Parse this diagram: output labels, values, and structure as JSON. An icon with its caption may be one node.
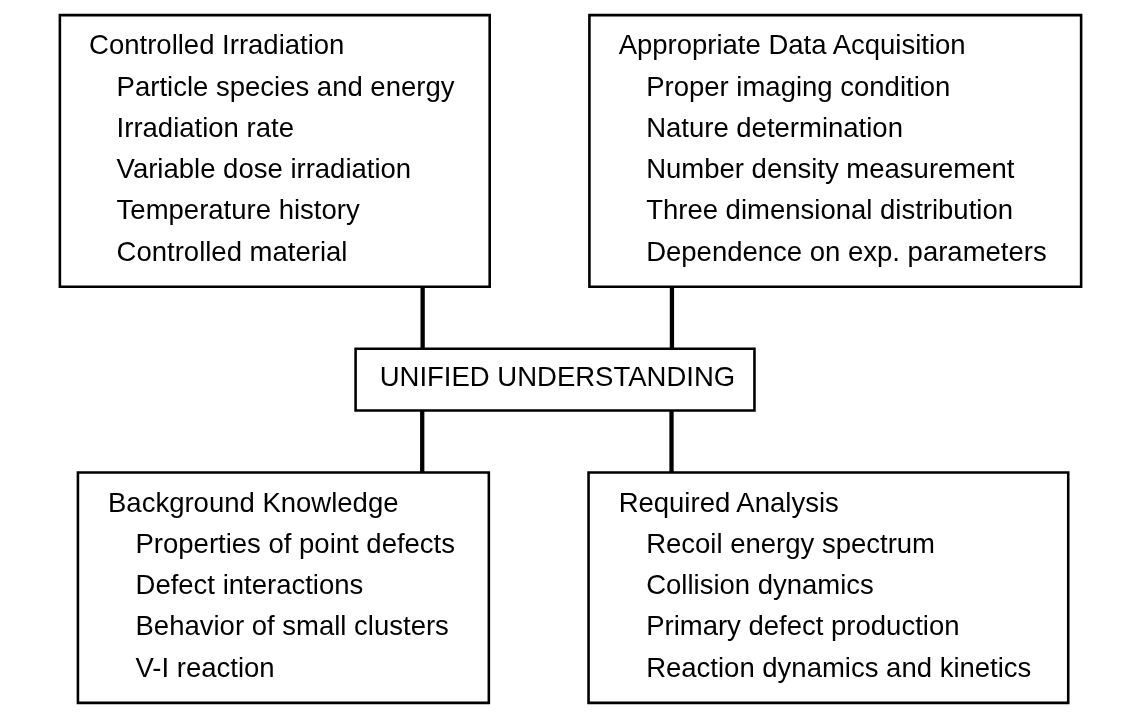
{
  "diagram": {
    "nodes": [
      {
        "text": [
          "Controlled Irradiation",
          "Particle species and energy",
          "Irradiation rate",
          "Variable dose irradiation",
          "Temperature history",
          "Controlled material"
        ]
      },
      {
        "text": [
          "Appropriate Data Acquisition",
          "Proper imaging condition",
          "Nature determination",
          "Number density measurement",
          "Three dimensional distribution",
          "Dependence on exp. parameters"
        ]
      },
      {
        "text": [
          "UNIFIED UNDERSTANDING"
        ]
      },
      {
        "text": [
          "Background Knowledge",
          "Properties of point defects",
          "Defect interactions",
          "Behavior of small clusters",
          "V-I reaction"
        ]
      },
      {
        "text": [
          "Required Analysis",
          "Recoil energy spectrum",
          "Collision dynamics",
          "Primary defect production",
          "Reaction dynamics and kinetics"
        ]
      }
    ],
    "edges": [
      {
        "from": 0,
        "to": 2,
        "arrow": "none"
      },
      {
        "from": 1,
        "to": 2,
        "arrow": "none"
      },
      {
        "from": 2,
        "to": 3,
        "arrow": "none"
      },
      {
        "from": 2,
        "to": 4,
        "arrow": "none"
      }
    ]
  }
}
